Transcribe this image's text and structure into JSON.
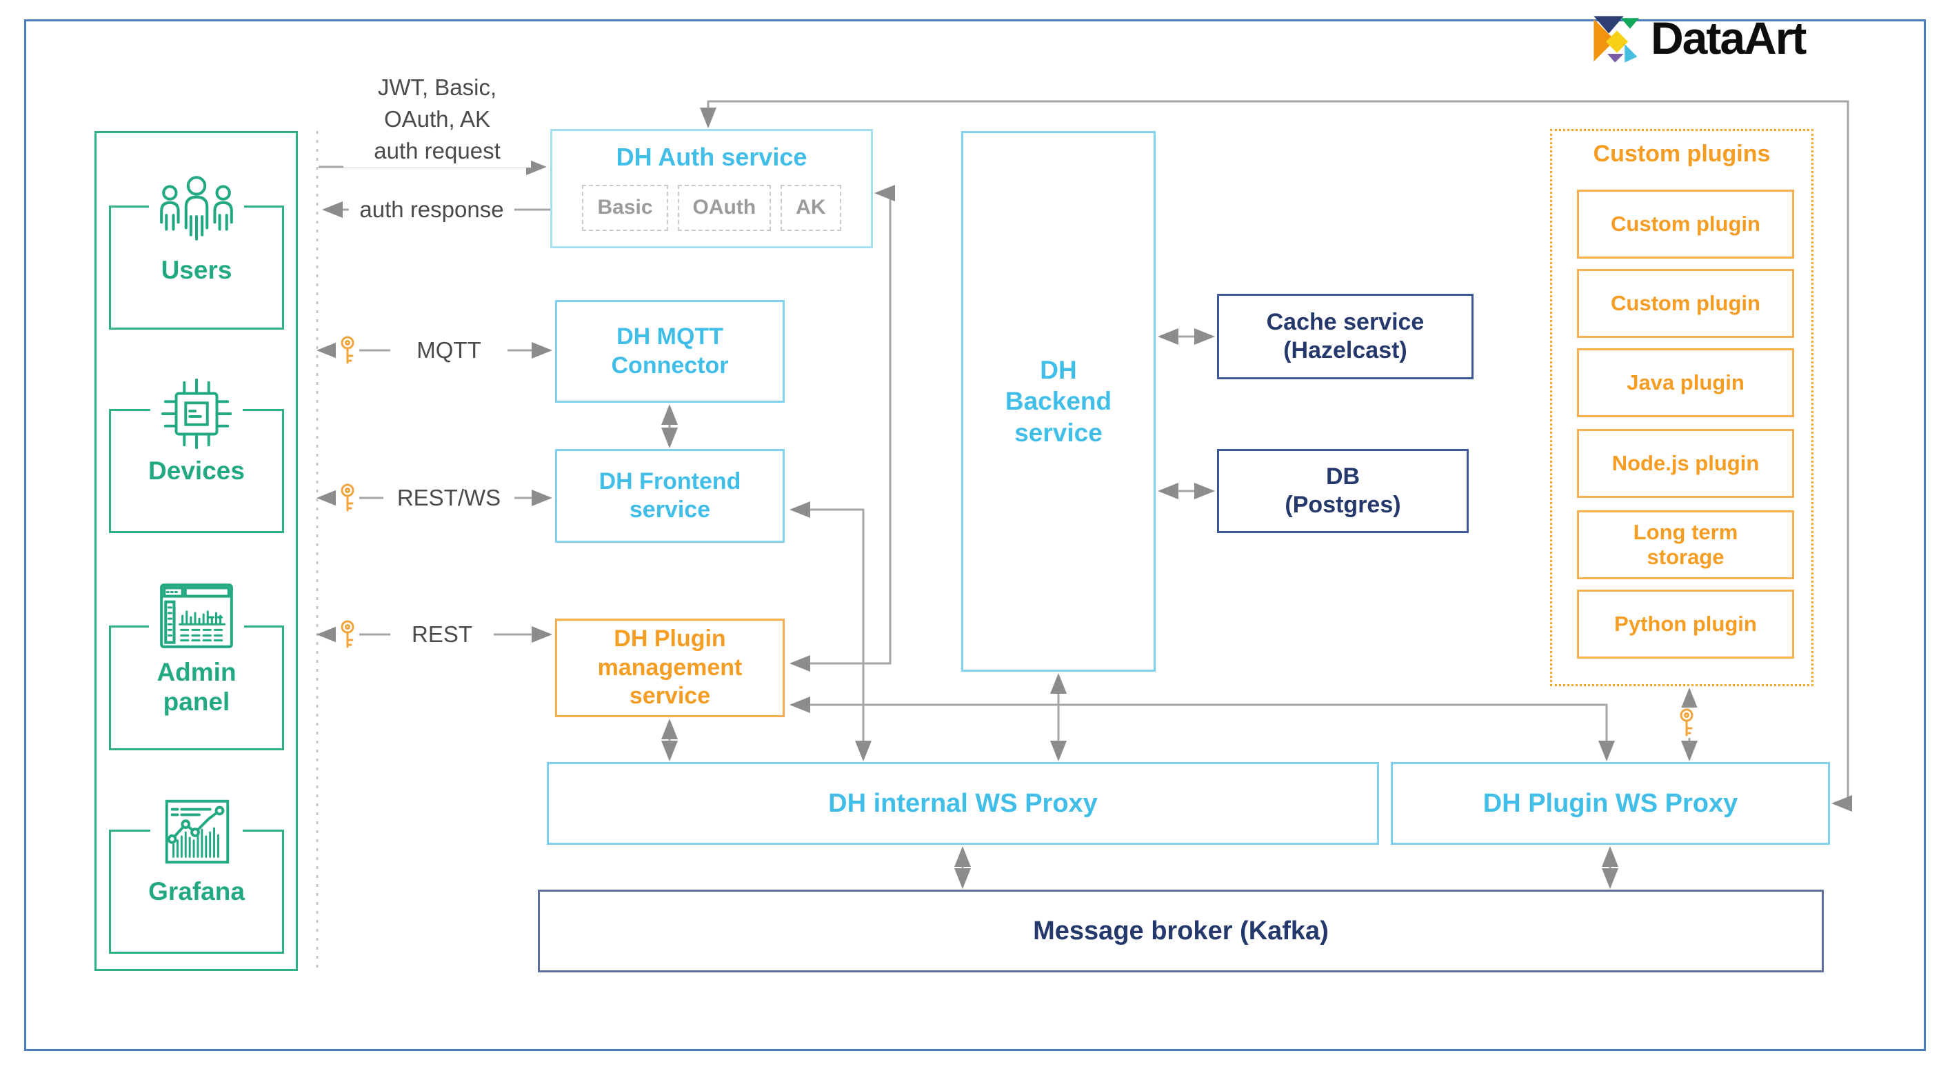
{
  "logo": {
    "brand": "DataArt"
  },
  "left_panel": {
    "actors": [
      {
        "label": "Users"
      },
      {
        "label": "Devices"
      },
      {
        "label": "Admin\npanel"
      },
      {
        "label": "Grafana"
      }
    ]
  },
  "flow_labels": {
    "auth_request": "JWT, Basic,\nOAuth, AK\nauth request",
    "auth_response": "auth response",
    "mqtt": "MQTT",
    "rest_ws": "REST/WS",
    "rest": "REST"
  },
  "services": {
    "auth": {
      "title": "DH Auth service",
      "modules": [
        "Basic",
        "OAuth",
        "AK"
      ]
    },
    "mqtt_connector": {
      "title": "DH MQTT\nConnector"
    },
    "frontend": {
      "title": "DH Frontend\nservice"
    },
    "plugin_mgmt": {
      "title": "DH Plugin\nmanagement\nservice"
    },
    "backend": {
      "title": "DH\nBackend\nservice"
    },
    "cache": {
      "title": "Cache service\n(Hazelcast)"
    },
    "db": {
      "title": "DB\n(Postgres)"
    },
    "internal_proxy": {
      "title": "DH internal WS Proxy"
    },
    "plugin_proxy": {
      "title": "DH Plugin WS Proxy"
    },
    "kafka": {
      "title": "Message broker (Kafka)"
    }
  },
  "plugins": {
    "title": "Custom plugins",
    "items": [
      "Custom plugin",
      "Custom plugin",
      "Java plugin",
      "Node.js plugin",
      "Long term\nstorage",
      "Python plugin"
    ]
  },
  "colors": {
    "green": "#22A981",
    "cyan_text": "#41BEE8",
    "light_blue_border": "#7FD1EE",
    "orange_text": "#F59C23",
    "orange_border": "#F5A623",
    "navy_text": "#24386B",
    "navy_border": "#3C5899",
    "kafka_border": "#5C6E99",
    "arrow_gray": "#A6A6A6",
    "frame_blue": "#4A7DC0"
  }
}
